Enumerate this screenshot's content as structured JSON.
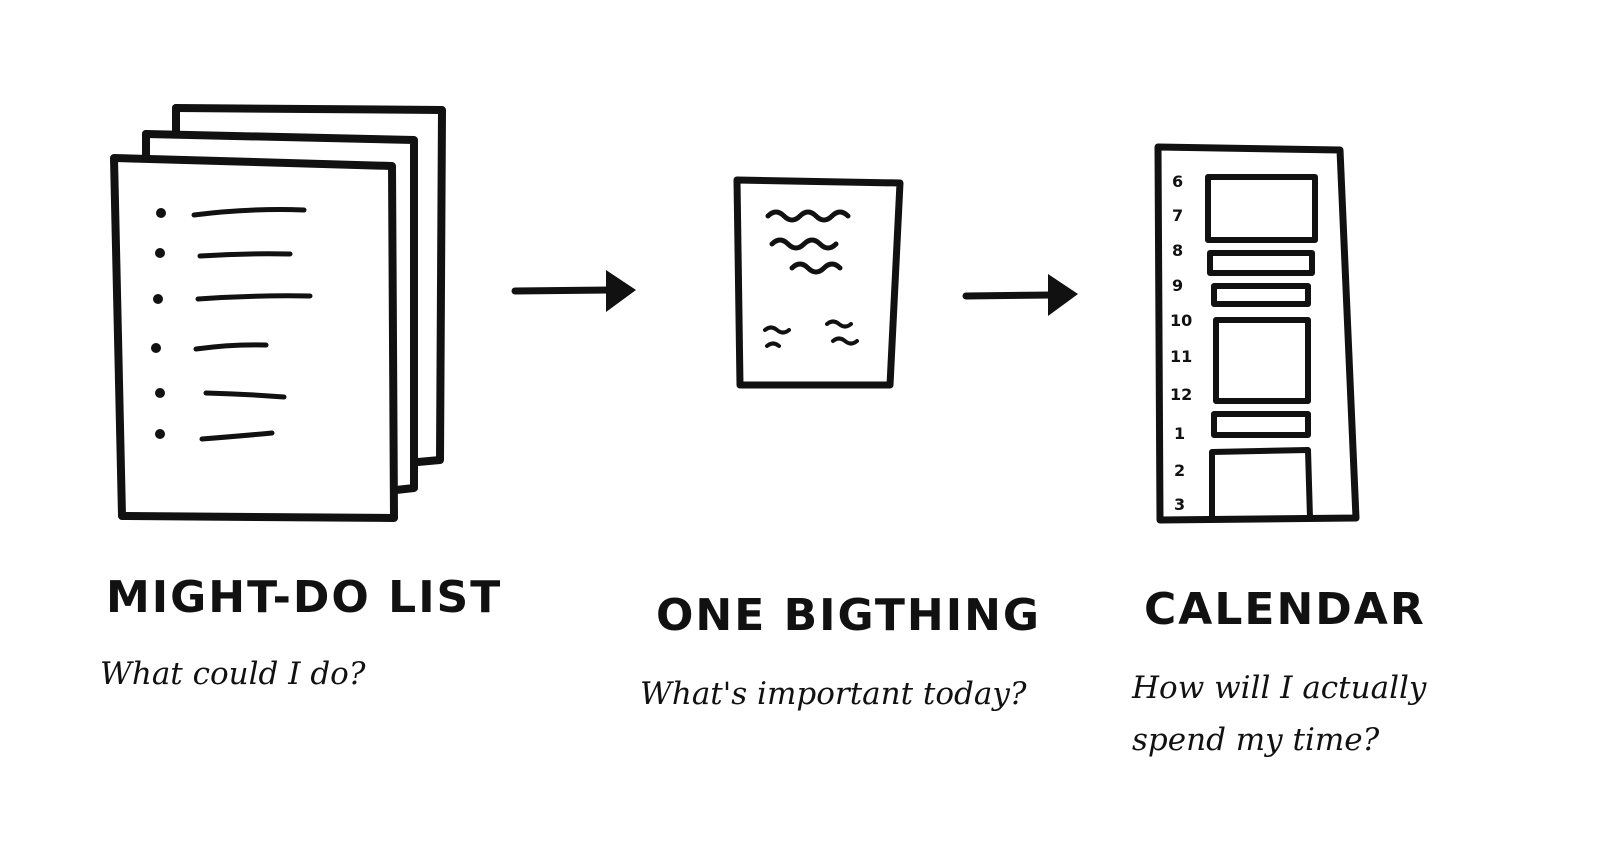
{
  "stages": [
    {
      "title": "MIGHT-DO LIST",
      "question": "What could I do?"
    },
    {
      "title": "ONE BIGTHING",
      "question": "What's important today?"
    },
    {
      "title": "CALENDAR",
      "question": "How will I actually spend my time?"
    }
  ],
  "calendar_hours": [
    "6",
    "7",
    "8",
    "9",
    "10",
    "11",
    "12",
    "1",
    "2",
    "3"
  ],
  "icons": {
    "might_do": "stacked-pages-icon",
    "one_big_thing": "single-note-icon",
    "calendar": "calendar-schedule-icon",
    "flow": "right-arrow-icon"
  },
  "colors": {
    "ink": "#111111",
    "background": "#ffffff"
  }
}
